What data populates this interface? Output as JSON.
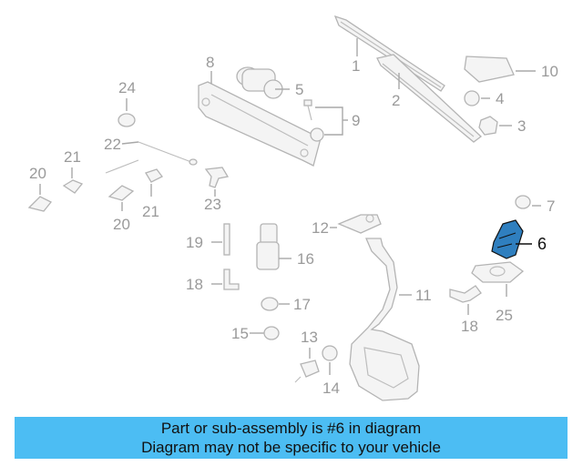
{
  "diagram": {
    "highlight_color": "#2f7fbf",
    "highlighted_part": "6",
    "callouts": [
      "1",
      "2",
      "3",
      "4",
      "5",
      "6",
      "7",
      "8",
      "9",
      "10",
      "11",
      "12",
      "13",
      "14",
      "15",
      "16",
      "17",
      "18",
      "18",
      "19",
      "20",
      "20",
      "21",
      "21",
      "22",
      "23",
      "24",
      "25"
    ]
  },
  "banner": {
    "color": "#4cbdf3",
    "line1": "Part or sub-assembly is #6 in diagram",
    "line2": "Diagram may not be specific to your vehicle"
  }
}
